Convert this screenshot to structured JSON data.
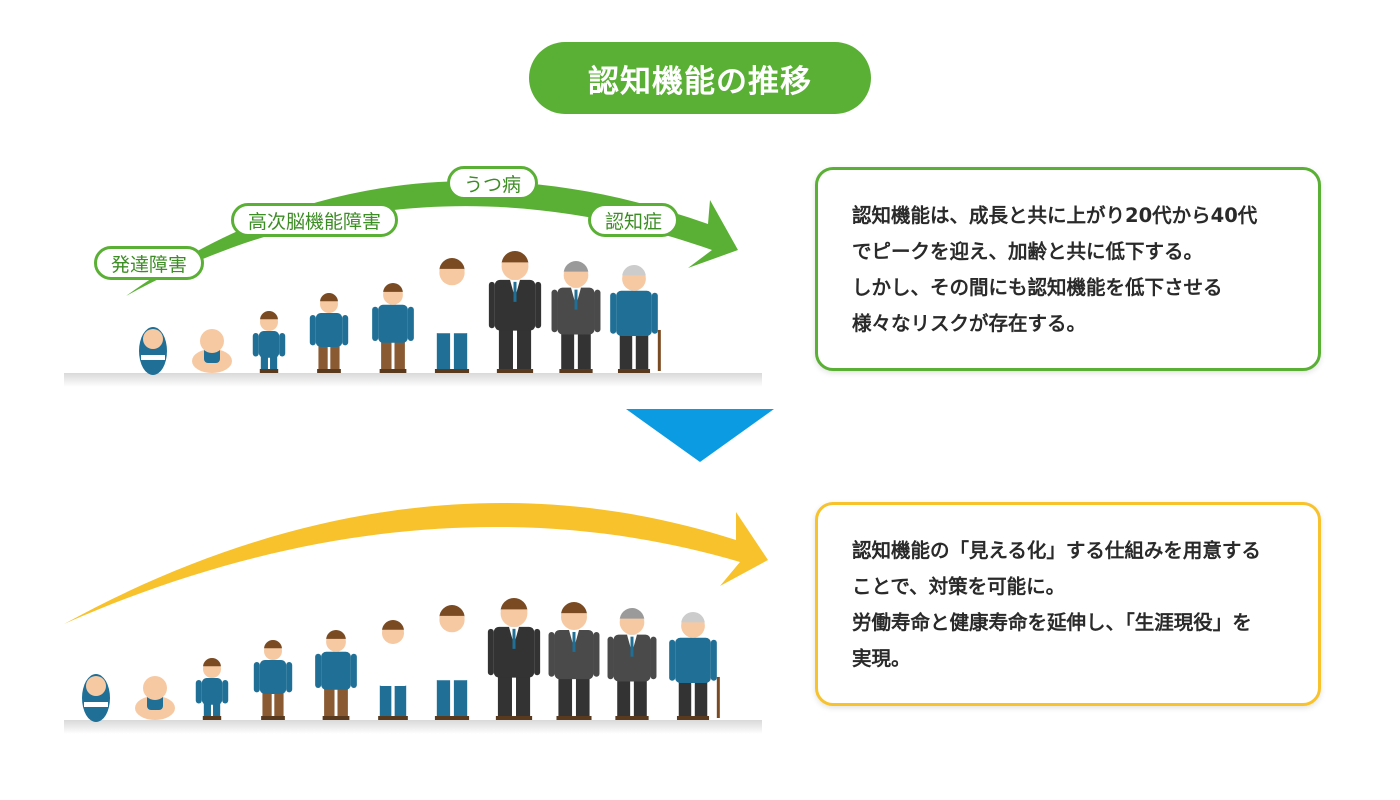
{
  "title": "認知機能の推移",
  "bubbles": {
    "developmental": "発達障害",
    "higher_brain": "高次脳機能障害",
    "depression": "うつ病",
    "dementia": "認知症"
  },
  "top_panel": {
    "lines": [
      "認知機能は、成長と共に上がり20代から40代",
      "でピークを迎え、加齢と共に低下する。",
      "しかし、その間にも認知機能を低下させる",
      "様々なリスクが存在する。"
    ]
  },
  "bottom_panel": {
    "lines": [
      "認知機能の「見える化」する仕組みを用意する",
      "ことで、対策を可能に。",
      "労働寿命と健康寿命を延伸し、「生涯現役」を",
      "実現。"
    ]
  },
  "colors": {
    "green": "#5ab035",
    "yellow": "#f7c22c",
    "blue": "#0b9be3"
  },
  "icons": [
    "baby-swaddled-icon",
    "baby-icon",
    "toddler-icon",
    "child-icon",
    "child-backpack-icon",
    "teen-icon",
    "young-man-icon",
    "man-suit-icon",
    "man-beard-suit-icon",
    "middle-aged-man-icon",
    "old-man-cane-icon"
  ]
}
